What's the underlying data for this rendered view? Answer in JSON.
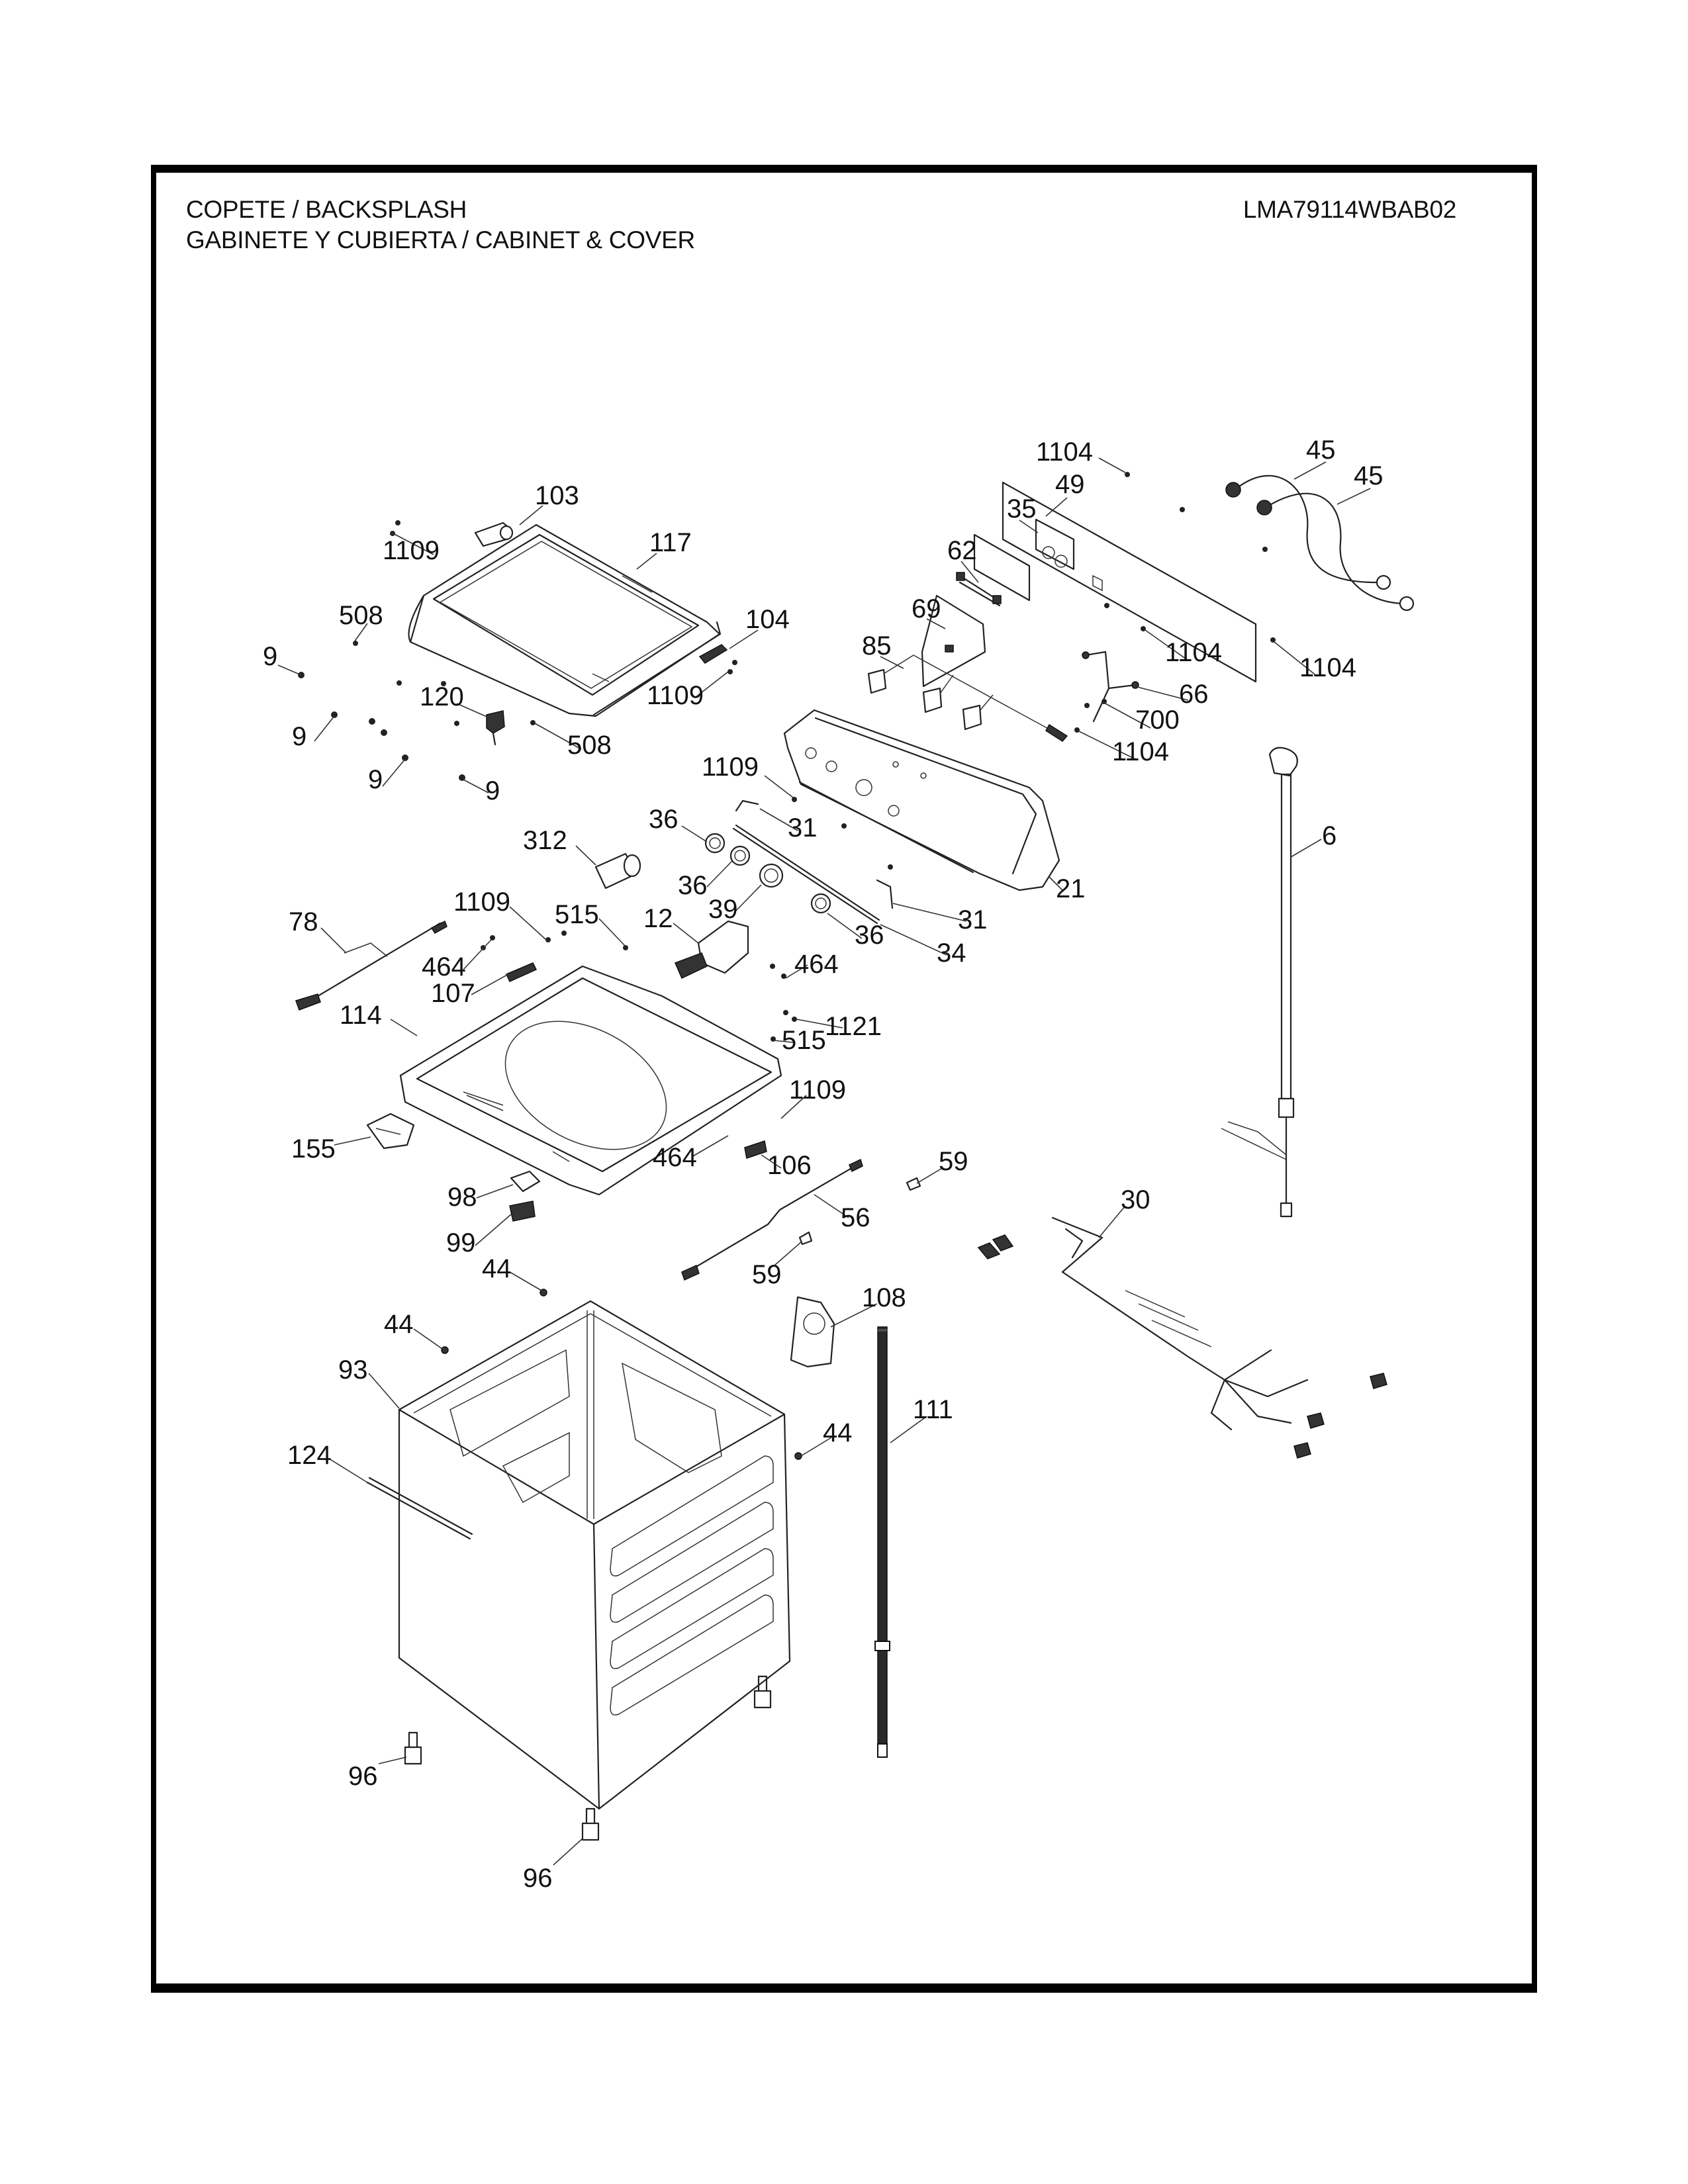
{
  "header": {
    "title_line_1": "COPETE / BACKSPLASH",
    "title_line_2": "GABINETE Y CUBIERTA / CABINET & COVER",
    "model_number": "LMA79114WBAB02"
  },
  "callouts": [
    "1104",
    "45",
    "45",
    "49",
    "103",
    "35",
    "117",
    "1109",
    "62",
    "69",
    "508",
    "104",
    "1104",
    "9",
    "1104",
    "85",
    "1109",
    "66",
    "120",
    "700",
    "9",
    "508",
    "1104",
    "1109",
    "9",
    "9",
    "31",
    "6",
    "36",
    "312",
    "36",
    "21",
    "31",
    "39",
    "36",
    "1109",
    "515",
    "12",
    "78",
    "34",
    "464",
    "464",
    "107",
    "1121",
    "114",
    "515",
    "1109",
    "155",
    "464",
    "106",
    "59",
    "98",
    "30",
    "56",
    "99",
    "59",
    "44",
    "108",
    "44",
    "93",
    "111",
    "44",
    "124",
    "96",
    "96"
  ],
  "parts": {
    "lid": "117",
    "top_panel": "114",
    "backsplash": "21",
    "cabinet": "93",
    "power_cord": "6",
    "wire_harness": "30",
    "inlet_hoses": "45",
    "drain_hose": "111"
  }
}
